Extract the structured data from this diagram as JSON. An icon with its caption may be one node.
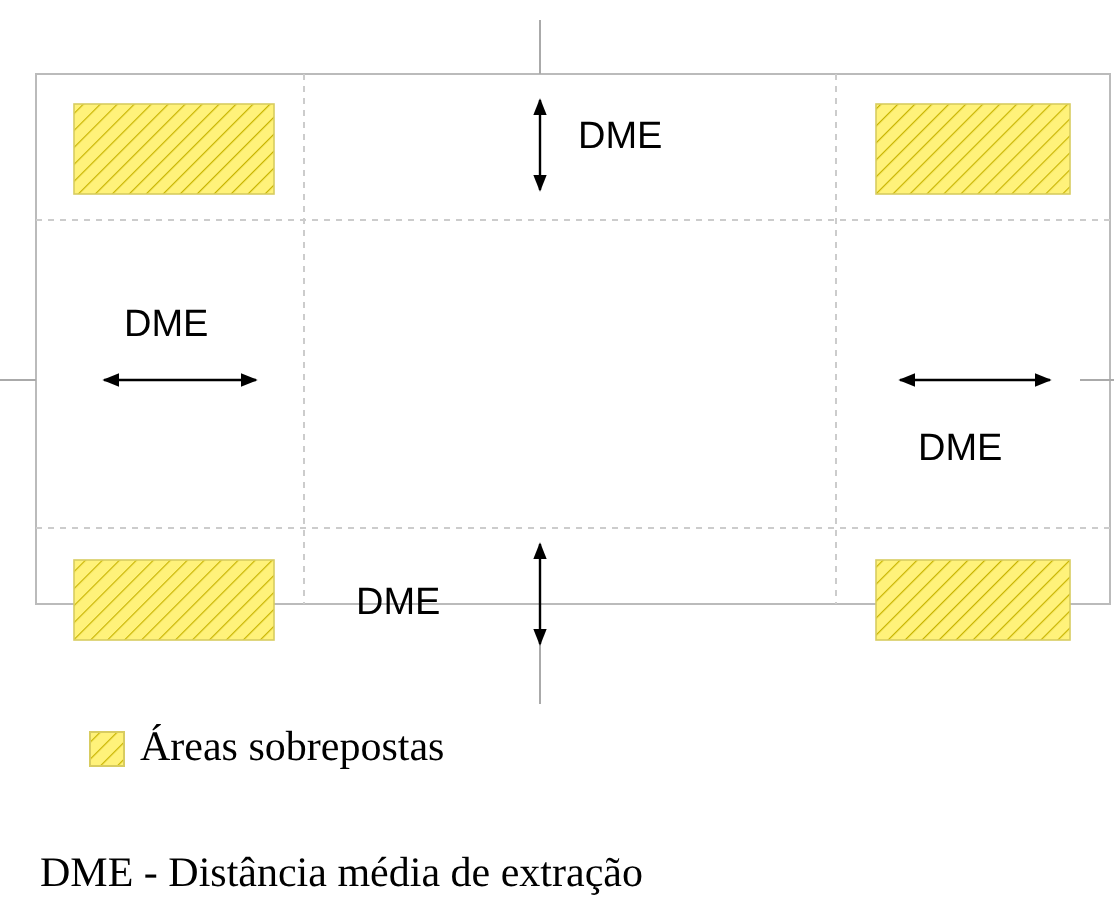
{
  "diagram": {
    "labels": [
      "DME",
      "DME",
      "DME",
      "DME",
      "DME - Distância média de extração"
    ],
    "legend": [
      {
        "text": "Áreas sobrepostas",
        "color": "#fff27a"
      }
    ]
  }
}
